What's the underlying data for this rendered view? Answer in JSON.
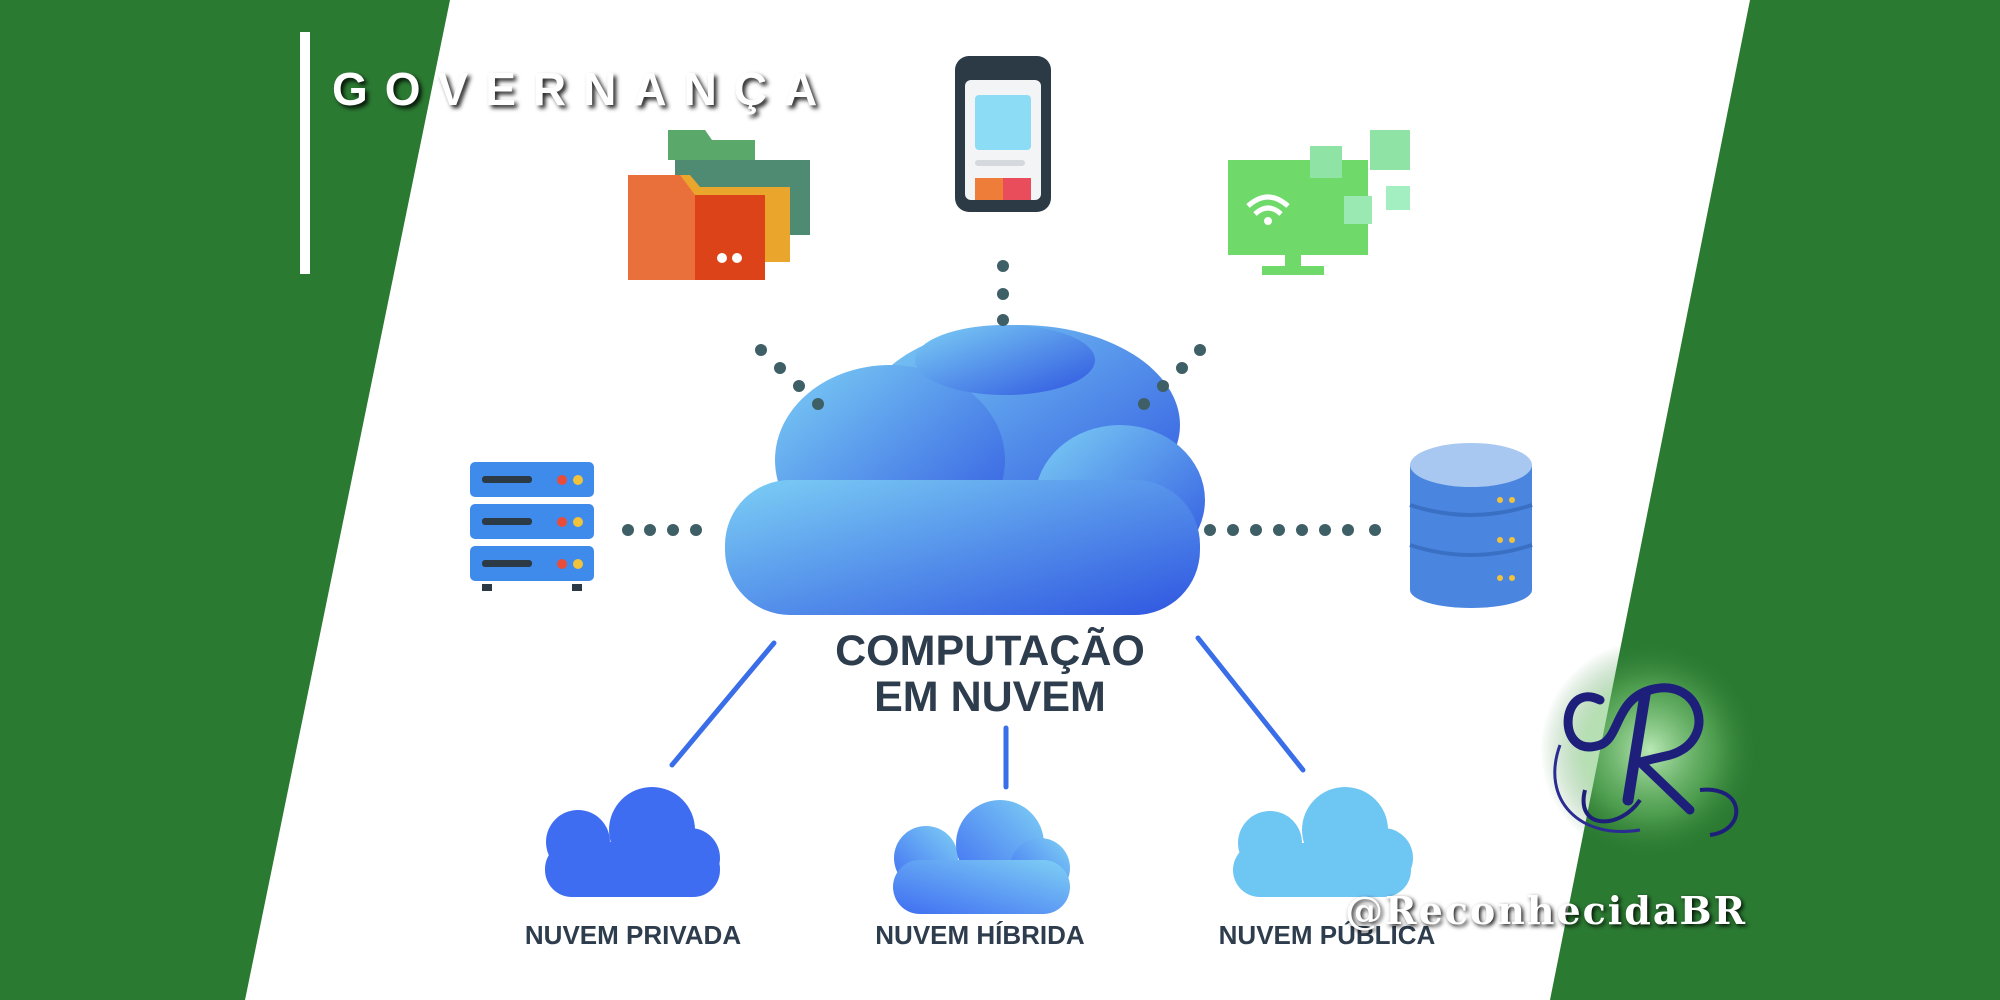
{
  "header": {
    "title": "GOVERNANÇA"
  },
  "diagram": {
    "center_label_line1": "COMPUTAÇÃO",
    "center_label_line2": "EM NUVEM",
    "clouds": [
      {
        "label": "NUVEM PRIVADA",
        "color": "#3f6df2"
      },
      {
        "label": "NUVEM HÍBRIDA",
        "color": "#4f8ff0"
      },
      {
        "label": "NUVEM PÚBLICA",
        "color": "#6ec6f3"
      }
    ],
    "icons": [
      "folders-icon",
      "smartphone-icon",
      "monitor-wifi-icon",
      "server-rack-icon",
      "database-icon"
    ]
  },
  "watermark": {
    "handle": "@ReconhecidaBR"
  },
  "colors": {
    "background": "#2b7a32",
    "panel": "#ffffff",
    "text": "#2e3d4d",
    "dots": "#3f5f66",
    "line": "#3a6ee8"
  }
}
